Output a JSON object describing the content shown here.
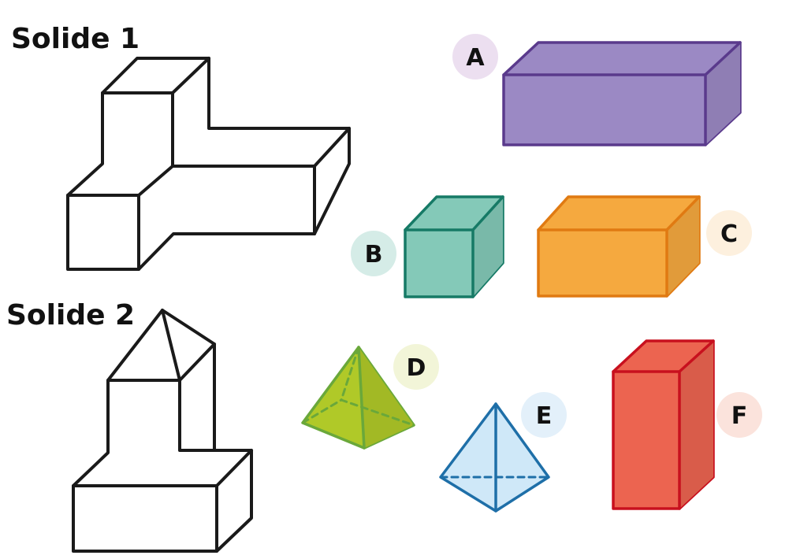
{
  "solids": [
    {
      "key": "solid1",
      "title": "Solide 1"
    },
    {
      "key": "solid2",
      "title": "Solide 2"
    }
  ],
  "shapes": [
    {
      "key": "A",
      "label": "A",
      "kind": "rectangular-prism",
      "fill": "#9b89c4",
      "stroke": "#5a3a8c",
      "badge": "#ecdff0"
    },
    {
      "key": "B",
      "label": "B",
      "kind": "cube",
      "fill": "#84c9b8",
      "stroke": "#167a66",
      "badge": "#d5ece7"
    },
    {
      "key": "C",
      "label": "C",
      "kind": "rectangular-prism",
      "fill": "#f5a93f",
      "stroke": "#e07a12",
      "badge": "#fdf0de"
    },
    {
      "key": "D",
      "label": "D",
      "kind": "square-pyramid",
      "fill": "#b0c928",
      "stroke": "#6aa83a",
      "badge": "#f2f5d8"
    },
    {
      "key": "E",
      "label": "E",
      "kind": "triangular-pyramid",
      "fill": "#cfe8f8",
      "stroke": "#1e6fa8",
      "badge": "#e3f0fa"
    },
    {
      "key": "F",
      "label": "F",
      "kind": "rectangular-prism",
      "fill": "#ec6450",
      "stroke": "#c8101e",
      "badge": "#fbe3dc"
    }
  ]
}
